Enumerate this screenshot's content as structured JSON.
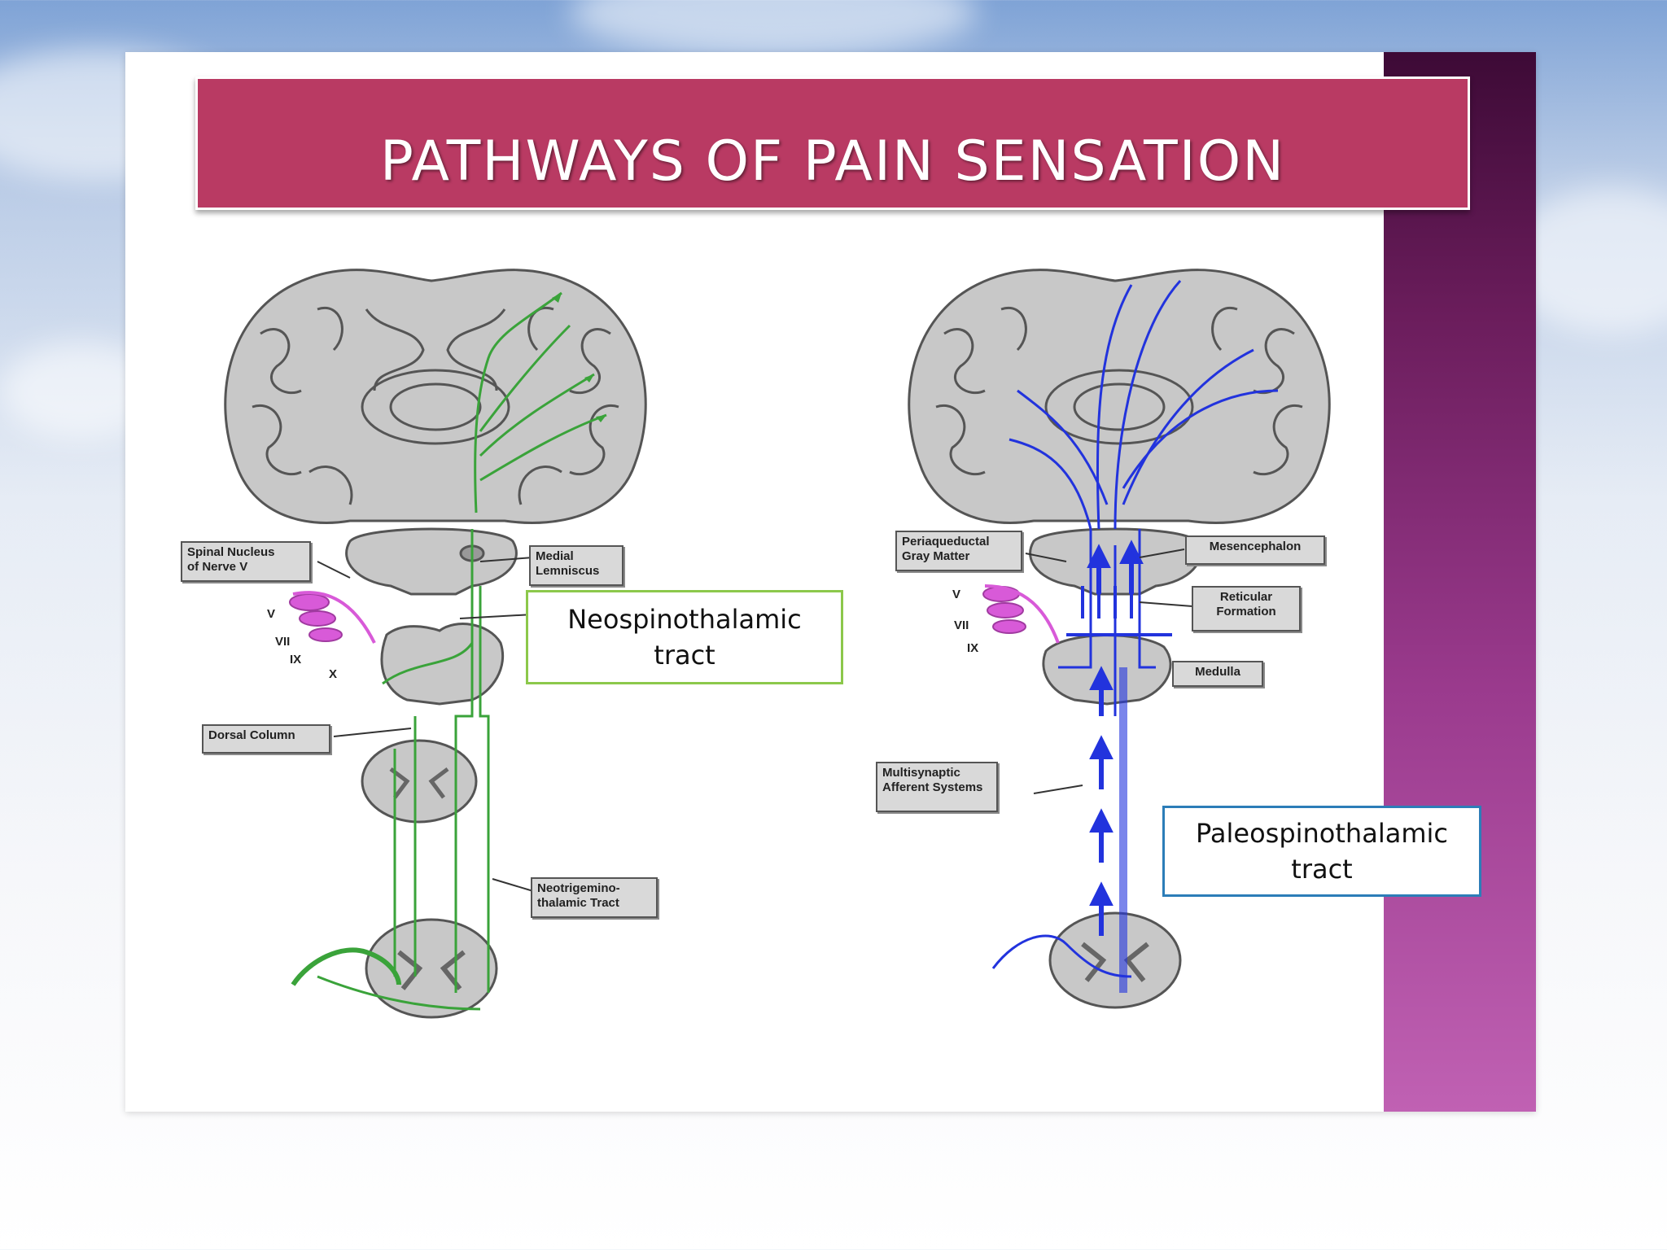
{
  "slide": {
    "title": "PATHWAYS OF PAIN SENSATION"
  },
  "left_diagram": {
    "labels": {
      "spinal_nucleus": "Spinal Nucleus\nof Nerve V",
      "medial_lemniscus": "Medial\nLemniscus",
      "dorsal_column": "Dorsal Column",
      "neotrigemino": "Neotrigemino-\nthalamic Tract"
    },
    "nerves": [
      "V",
      "VII",
      "IX",
      "X"
    ],
    "callout": "Neospinothalamic\ntract",
    "pathway_color": "#3aa33a",
    "nerve_color": "#d85ad8"
  },
  "right_diagram": {
    "labels": {
      "periaqueductal": "Periaqueductal\nGray Matter",
      "mesencephalon": "Mesencephalon",
      "reticular": "Reticular\nFormation",
      "medulla": "Medulla",
      "multisynaptic": "Multisynaptic\nAfferent  Systems"
    },
    "nerves": [
      "V",
      "VII",
      "IX"
    ],
    "callout": "Paleospinothalamic\ntract",
    "pathway_color": "#2233dd",
    "nerve_color": "#d85ad8"
  }
}
